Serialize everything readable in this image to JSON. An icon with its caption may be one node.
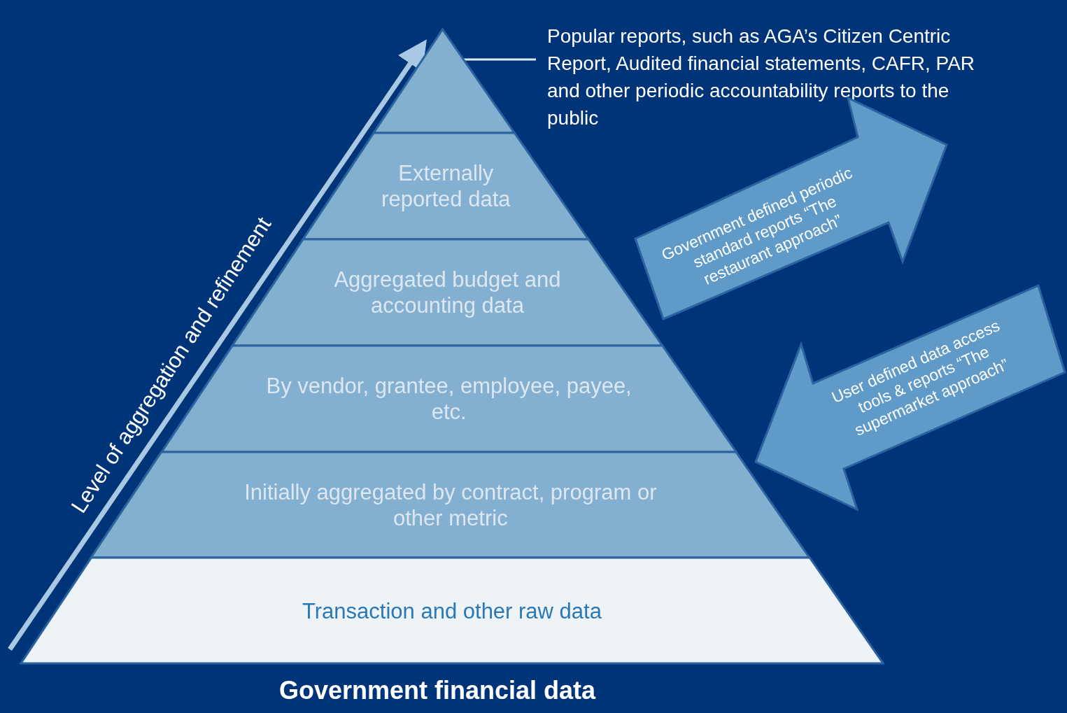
{
  "diagram": {
    "caption": "Government financial data",
    "nodes": [
      {
        "text": [],
        "shape": "triangle"
      },
      {
        "text": [
          "Popular reports, such as AGA’s Citizen Centric Report, Audited financial statements, CAFR, PAR and other periodic accountability reports to the public"
        ]
      },
      {
        "text": [
          "Externally reported data"
        ]
      },
      {
        "text": [
          "Aggregated budget and accounting data"
        ]
      },
      {
        "text": [
          "By vendor, grantee, employee, payee, etc."
        ]
      },
      {
        "text": [
          "Initially aggregated by contract, program or other metric"
        ]
      },
      {
        "text": [
          "Transaction and other raw data"
        ]
      },
      {
        "text": [
          "Government defined periodic standard reports “The restaurant approach”"
        ]
      },
      {
        "text": [
          "User defined data access tools & reports “The supermarket approach”"
        ]
      }
    ],
    "edges": [
      {
        "from": 1,
        "to": 0,
        "arrow": "none"
      }
    ],
    "labels": [
      "Level of aggregation and refinement"
    ]
  }
}
